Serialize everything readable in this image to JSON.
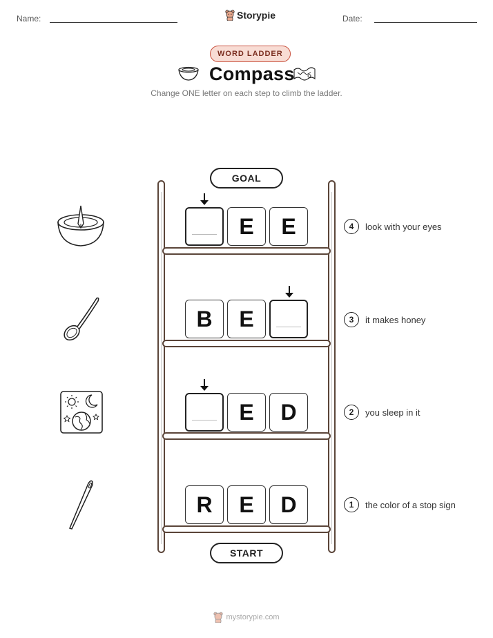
{
  "header": {
    "name_label": "Name:",
    "date_label": "Date:",
    "brand": "Storypie"
  },
  "badge": "WORD LADDER",
  "title": "Compass",
  "subtitle": "Change ONE letter on each step to climb the ladder.",
  "goal_label": "GOAL",
  "start_label": "START",
  "rungs": [
    {
      "step": "4",
      "clue": "look with your eyes",
      "icon": "compass-icon",
      "letters": [
        "",
        "E",
        "E"
      ],
      "changed_index": 0
    },
    {
      "step": "3",
      "clue": "it makes honey",
      "icon": "spoon-icon",
      "letters": [
        "B",
        "E",
        ""
      ],
      "changed_index": 2
    },
    {
      "step": "2",
      "clue": "you sleep in it",
      "icon": "universe-icon",
      "letters": [
        "",
        "E",
        "D"
      ],
      "changed_index": 0
    },
    {
      "step": "1",
      "clue": "the color of a stop sign",
      "icon": "needle-icon",
      "letters": [
        "R",
        "E",
        "D"
      ],
      "changed_index": null
    }
  ],
  "footer": "mystorypie.com"
}
